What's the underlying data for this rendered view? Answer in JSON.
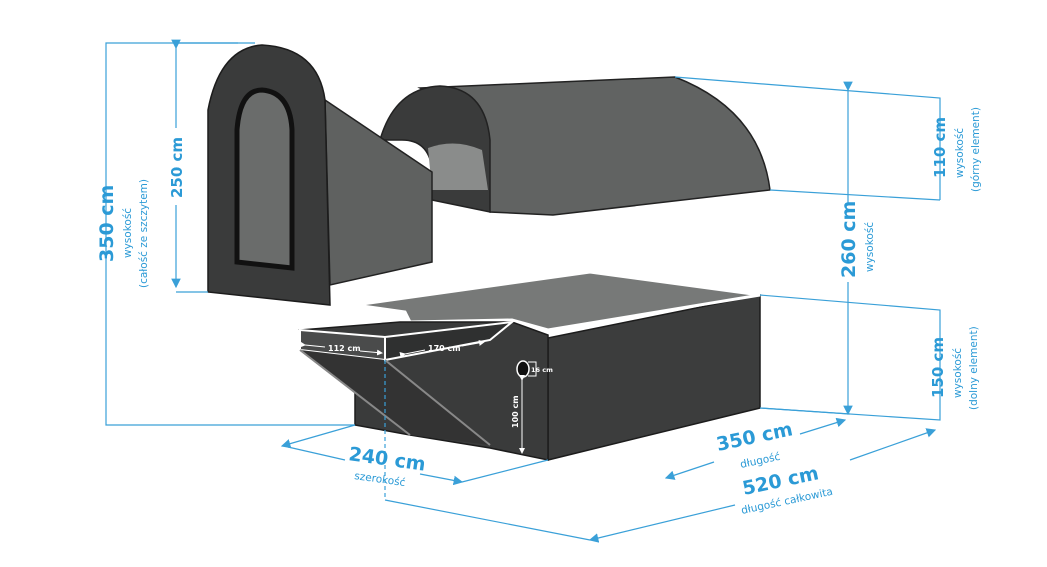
{
  "dimensions": {
    "total_height": {
      "value": "350 cm",
      "label": "wysokość",
      "note": "(całość ze szczytem)"
    },
    "door_height": {
      "value": "250 cm"
    },
    "height": {
      "value": "260 cm",
      "label": "wysokość"
    },
    "top_height": {
      "value": "110 cm",
      "label": "wysokość",
      "note": "(górny element)"
    },
    "bottom_height": {
      "value": "150 cm",
      "label": "wysokość",
      "note": "(dolny element)"
    },
    "width": {
      "value": "240 cm",
      "label": "szerokość"
    },
    "length": {
      "value": "350 cm",
      "label": "długość"
    },
    "total_length": {
      "value": "520 cm",
      "label": "długość całkowita"
    },
    "ramp_a": {
      "value": "112 cm"
    },
    "ramp_b": {
      "value": "170 cm"
    },
    "hole_diameter": {
      "value": "16 cm"
    },
    "hole_height": {
      "value": "100 cm"
    }
  },
  "colors": {
    "accent": "#2b9ad6",
    "body": "#3b3c3c",
    "side": "#626463"
  }
}
